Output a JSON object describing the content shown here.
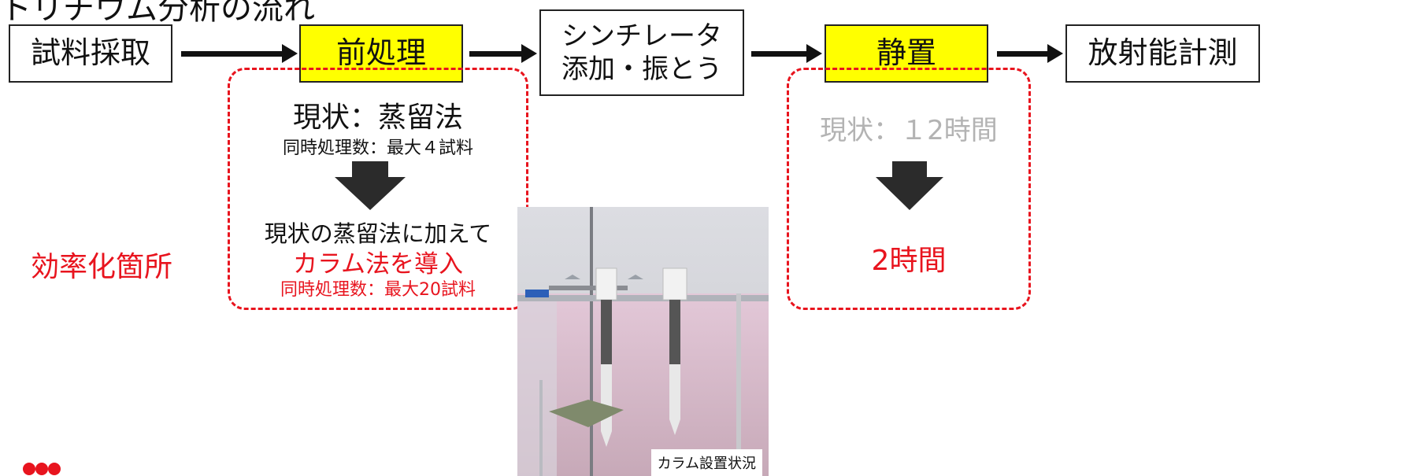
{
  "title": "トリチウム分析の流れ",
  "steps": [
    {
      "label": "試料採取"
    },
    {
      "label": "前処理"
    },
    {
      "label_line1": "シンチレータ",
      "label_line2": "添加・振とう"
    },
    {
      "label": "静置"
    },
    {
      "label": "放射能計測"
    }
  ],
  "efficiency_label": "効率化箇所",
  "pretreatment": {
    "current_heading": "現状：蒸留法",
    "current_capacity": "同時処理数：最大４試料",
    "new_line1": "現状の蒸留法に加えて",
    "new_method": "カラム法を導入",
    "new_capacity": "同時処理数：最大20試料"
  },
  "standing": {
    "current": "現状：１2時間",
    "new": "2時間"
  },
  "photo": {
    "caption": "カラム設置状況"
  },
  "colors": {
    "highlight": "#ffff00",
    "accent_red": "#e8141e",
    "muted": "#b3b3b3",
    "logo": "#e8141e"
  }
}
